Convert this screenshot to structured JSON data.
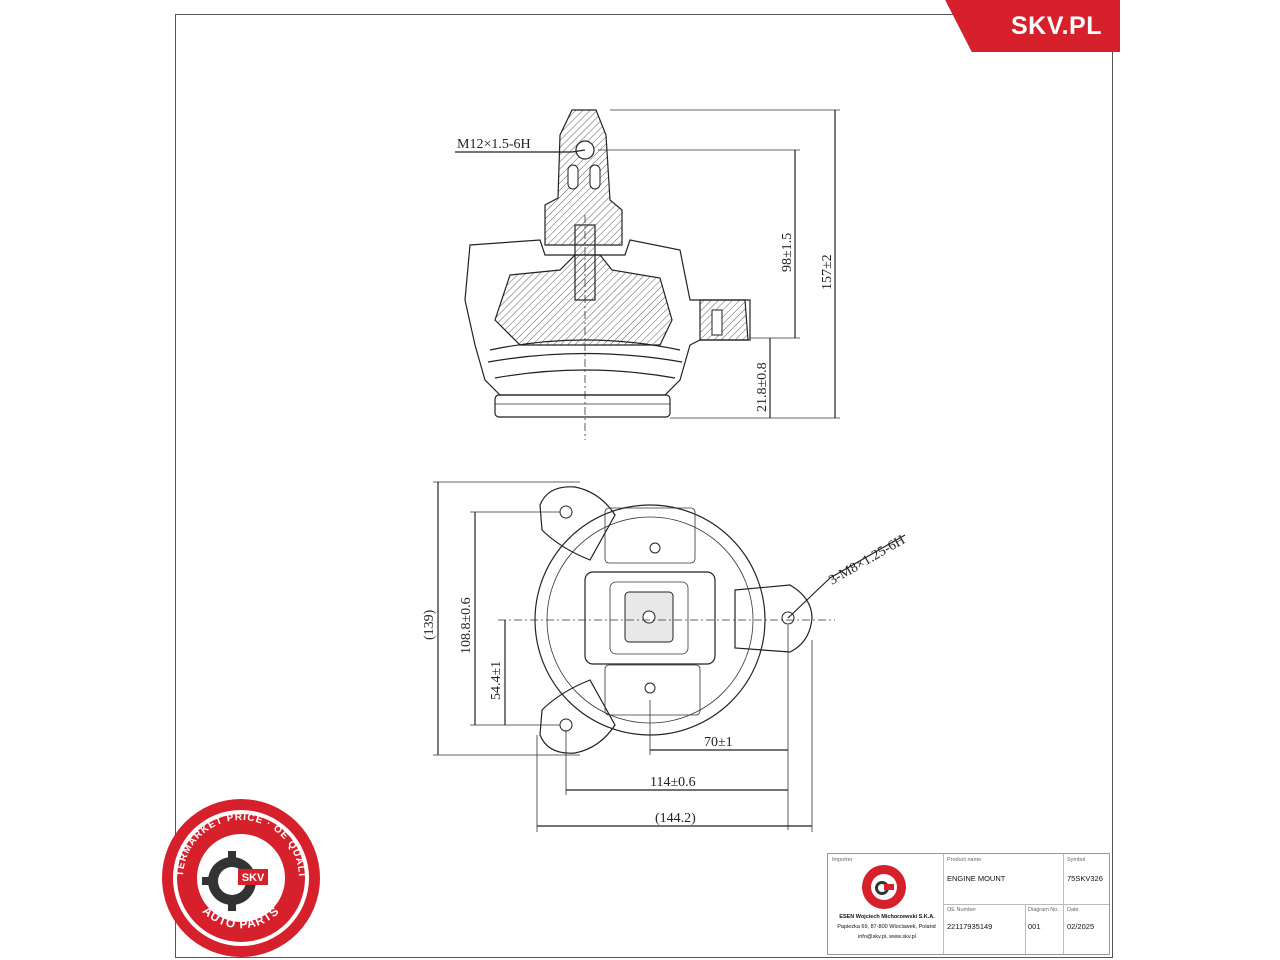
{
  "brand": {
    "label": "SKV.PL",
    "color": "#d6202c"
  },
  "drawing": {
    "side_view": {
      "thread_label": "M12×1.5-6H",
      "dim_height_total": "157±2",
      "dim_height_mid": "98±1.5",
      "dim_height_low": "21.8±0.8"
    },
    "top_view": {
      "thread_label": "3-M8×1.25-6H",
      "dim_139": "(139)",
      "dim_108": "108.8±0.6",
      "dim_54": "54.4±1",
      "dim_70": "70±1",
      "dim_114": "114±0.6",
      "dim_144": "(144.2)"
    }
  },
  "stamp": {
    "ring_text_top": "AFTERMARKET PRICE · OE QUALITY",
    "ring_text_bottom": "AUTO PARTS",
    "center_label": "SKV",
    "color": "#d6202c"
  },
  "title_block": {
    "importer_label": "Importer",
    "importer_name": "ESEN Wojciech Michorzewski S.K.A.",
    "importer_address": "Papiezka 69, 87-800 Wloclawek, Poland",
    "importer_contact": "info@skv.pl, www.skv.pl",
    "product_name_label": "Product name",
    "product_name": "ENGINE MOUNT",
    "symbol_label": "Symbol",
    "symbol": "75SKV326",
    "oe_number_label": "OE Number",
    "oe_number": "22117935149",
    "diagram_no_label": "Diagram No.",
    "diagram_no": "001",
    "date_label": "Date",
    "date": "02/2025"
  }
}
